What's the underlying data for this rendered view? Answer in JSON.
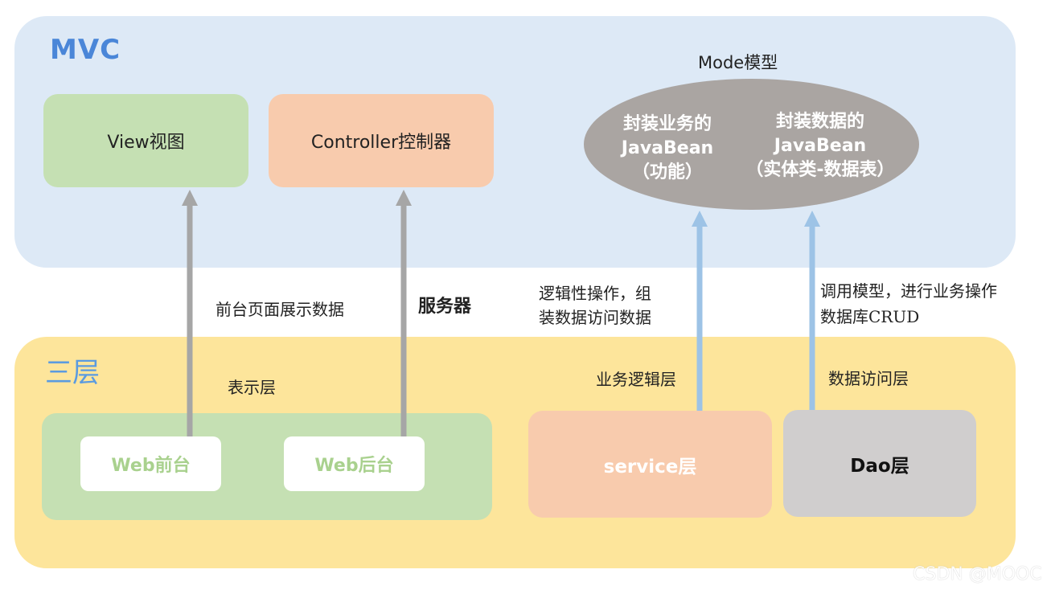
{
  "mvc": {
    "title": "MVC",
    "view": "View视图",
    "controller": "Controller控制器",
    "model_label": "Mode模型",
    "model_left": [
      "封装业务的",
      "JavaBean",
      "（功能）"
    ],
    "model_right": [
      "封装数据的",
      "JavaBean",
      "（实体类-数据表）"
    ]
  },
  "connectors": {
    "front_show": "前台页面展示数据",
    "server": "服务器",
    "logic": [
      "逻辑性操作，组",
      "装数据访问数据"
    ],
    "call": [
      "调用模型，进行业务操作",
      "数据库CRUD"
    ]
  },
  "tiers": {
    "title": "三层",
    "presentation": "表示层",
    "business": "业务逻辑层",
    "data_access": "数据访问层",
    "web_front": "Web前台",
    "web_back": "Web后台",
    "service": "service层",
    "dao": "Dao层"
  },
  "watermark": "CSDN @MOOC",
  "colors": {
    "mvc_bg": "#dde9f6",
    "tier_bg": "#fde59b",
    "view_green": "#c5e0b3",
    "controller_orange": "#f8cbad",
    "model_gray": "#aaa5a2",
    "dao_gray": "#d0cece",
    "gray_arrow": "#a6a6a6",
    "blue_arrow": "#9dc3e6"
  }
}
